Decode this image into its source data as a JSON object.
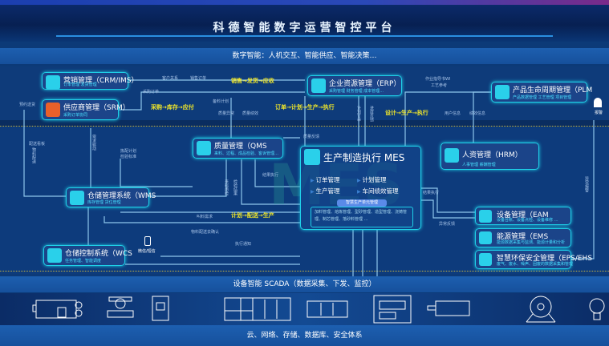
{
  "header": {
    "title": "科德智能数字运营智控平台"
  },
  "bands": {
    "top": "数字智能：人机交互、智能供应、智能决策…",
    "scada": "设备智能 SCADA（数据采集、下发、监控）",
    "bottom": "云、网络、存储、数据库、安全体系"
  },
  "systems": {
    "crm": {
      "title": "营销管理（CRM/IMS）",
      "sub": "订单管理  发货管理"
    },
    "srm": {
      "title": "供应商管理（SRM）",
      "sub": "采购订单协同"
    },
    "erp": {
      "title": "企业资源管理（ERP）",
      "sub": "采购管理  财务管理  成本管理…"
    },
    "plm": {
      "title": "产品生命周期管理（PLM",
      "sub": "产品数据管理   工艺管理   项目管理"
    },
    "qms": {
      "title": "质量管理（QMS",
      "sub": "来料、过程、成品检验、客诉管理…"
    },
    "hrm": {
      "title": "人资管理（HRM）",
      "sub": "人事管理   薪酬管理"
    },
    "wms": {
      "title": "仓储管理系统（WMS",
      "sub": "库存管理  货位管理"
    },
    "wcs": {
      "title": "仓储控制系统（WCS",
      "sub": "任务管理、智能调度"
    },
    "eam": {
      "title": "设备管理（EAM",
      "sub": "设备台账、设备点检、设备维修 …"
    },
    "ems": {
      "title": "能源管理（EMS",
      "sub": "能源数据采集与监测、能源计量和分析"
    },
    "eps": {
      "title": "智慧环保安全管理（EPS/EHS",
      "sub": "废气、废水、噪声、固废的数据采集和管理"
    }
  },
  "mes": {
    "title": "生产制造执行 MES",
    "items": [
      "订单管理",
      "计划管理",
      "生产管理",
      "车间绩效管理"
    ],
    "unit_tab": "智慧生产单元管理",
    "unit_text": "加料管理、熔炼管理、型砂管理、造型管理、浇铸管理、制芯管理、落砂料管理  …",
    "watermark": "MES"
  },
  "flows": [
    "销售→发货→应收",
    "采购→库存→应付",
    "订单→计划→生产→执行",
    "设计→生产→执行",
    "计划→配送→生产"
  ],
  "labels": {
    "kehu": "客户关系",
    "xiaoshou": "销售订单",
    "caigou": "采购订单",
    "yuyue": "预约送货",
    "beiliao": "备料计划",
    "zlyc": "质量异常",
    "zljx": "质量绩效",
    "wi": "作业指导书WI",
    "gycz": "工艺参考",
    "yonghu": "用户信息",
    "jixiao": "绩效信息",
    "jhdd": "计划订单",
    "jdfk": "进度反馈",
    "xuqiu": "需求驱动",
    "kanban": "配送看板",
    "wlps": "物料配送",
    "jianpei": "拣配计划",
    "jybz": "检验标准",
    "zlfk": "质量反馈",
    "jgzx": "结果执行",
    "llzj": "来料质检",
    "jyjg": "检验结果",
    "jiaoliao": "叫料需求",
    "psqr": "物料配送去确认",
    "zxtz": "执行通知",
    "jgzx2": "结果执行",
    "ycfk": "异常反馈",
    "ycbj": "异常报警",
    "baojing": "报警",
    "weixin": "微信/短信"
  }
}
